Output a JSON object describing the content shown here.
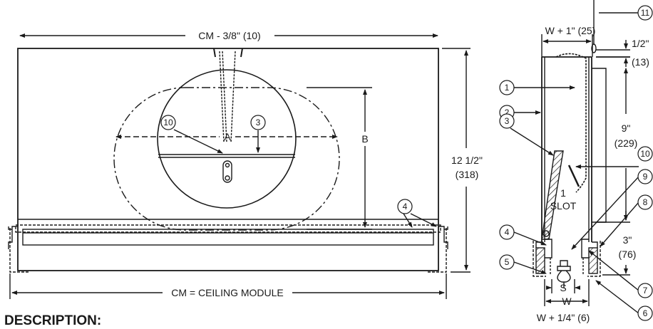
{
  "front_view": {
    "overall_width": "CM - 3/8\" (10)",
    "module_width": "CM = CEILING MODULE",
    "height_in": "12 1/2\"",
    "height_mm": "(318)",
    "label_a": "A",
    "label_b": "B",
    "callouts": [
      "10",
      "3",
      "4"
    ]
  },
  "side_view": {
    "top_width": "W + 1\" (25)",
    "top_gap_in": "1/2\"",
    "top_gap_mm": "(13)",
    "mid_height_in": "9\"",
    "mid_height_mm": "(229)",
    "slot_count": "1",
    "slot_word": "SLOT",
    "bottom_height_in": "3\"",
    "bottom_height_mm": "(76)",
    "slot_label": "S",
    "width_label": "W",
    "bottom_width": "W + 1/4\" (6)",
    "callouts": [
      "1",
      "2",
      "3",
      "4",
      "5",
      "6",
      "7",
      "8",
      "9",
      "10",
      "11"
    ]
  },
  "section_title": "DESCRIPTION:"
}
